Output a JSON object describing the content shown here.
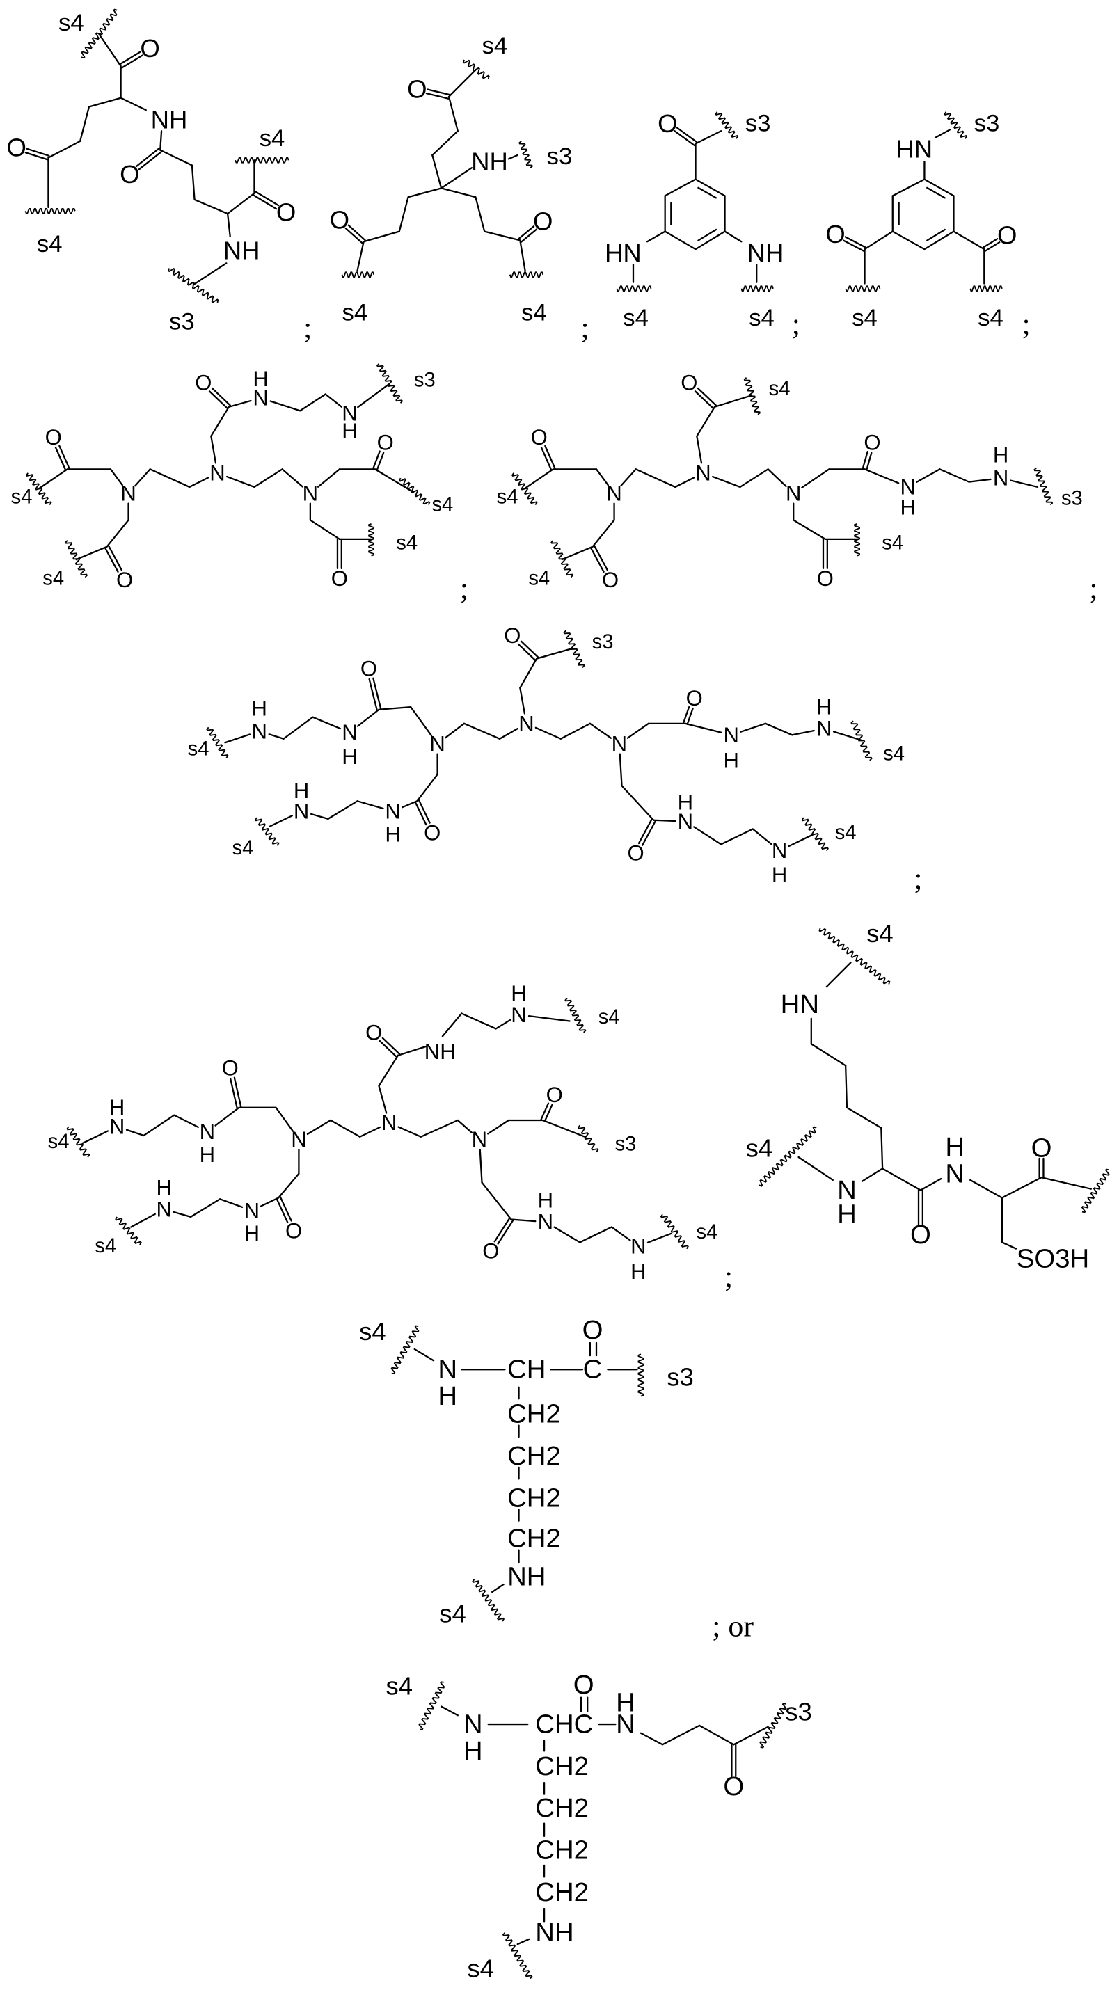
{
  "structures": [
    {
      "labels": [
        "s4",
        "O",
        "NH",
        "O",
        "s4",
        "O",
        "s4",
        "O",
        "NH",
        "s3"
      ],
      "separator": ";"
    },
    {
      "labels": [
        "s4",
        "O",
        "NH",
        "s3",
        "O",
        "s4",
        "O",
        "s4"
      ],
      "separator": ";"
    },
    {
      "labels": [
        "O",
        "s3",
        "HN",
        "s4",
        "NH",
        "s4"
      ],
      "separator": ";"
    },
    {
      "labels": [
        "HN",
        "s3",
        "O",
        "s4",
        "O",
        "s4"
      ],
      "separator": ";"
    },
    {
      "labels": [
        "N",
        "N",
        "N",
        "O",
        "s4",
        "O",
        "s4",
        "O",
        "N",
        "H",
        "N",
        "H",
        "s3",
        "O",
        "s4",
        "O",
        "s4"
      ],
      "separator": ";"
    },
    {
      "labels": [
        "N",
        "N",
        "N",
        "O",
        "s4",
        "O",
        "s4",
        "O",
        "s4",
        "O",
        "N",
        "H",
        "N",
        "H",
        "s3",
        "O",
        "s4"
      ],
      "separator": ";"
    },
    {
      "labels": [
        "N",
        "N",
        "N",
        "O",
        "s3",
        "O",
        "N",
        "H",
        "N",
        "H",
        "s4",
        "O",
        "N",
        "H",
        "N",
        "H",
        "s4",
        "O",
        "N",
        "H",
        "N",
        "H",
        "s4",
        "O",
        "N",
        "H",
        "N",
        "H",
        "s4"
      ],
      "separator": ";"
    },
    {
      "labels": [
        "N",
        "N",
        "N",
        "O",
        "NH",
        "N",
        "H",
        "s4",
        "O",
        "s3",
        "O",
        "N",
        "H",
        "N",
        "H",
        "s4",
        "O",
        "N",
        "H",
        "N",
        "H",
        "s4",
        "O",
        "N",
        "H",
        "N",
        "H",
        "s4"
      ],
      "separator": ";"
    },
    {
      "labels": [
        "s4",
        "HN",
        "N",
        "H",
        "s4",
        "O",
        "N",
        "H",
        "O",
        "SO3H"
      ],
      "separator": ""
    },
    {
      "labels": [
        "s4",
        "N",
        "H",
        "CH",
        "C",
        "O",
        "s3",
        "CH2",
        "CH2",
        "CH2",
        "CH2",
        "NH",
        "s4"
      ],
      "separator": "; or"
    },
    {
      "labels": [
        "s4",
        "N",
        "H",
        "CHC",
        "O",
        "N",
        "H",
        "O",
        "s3",
        "CH2",
        "CH2",
        "CH2",
        "CH2",
        "NH",
        "s4"
      ],
      "separator": "."
    }
  ]
}
